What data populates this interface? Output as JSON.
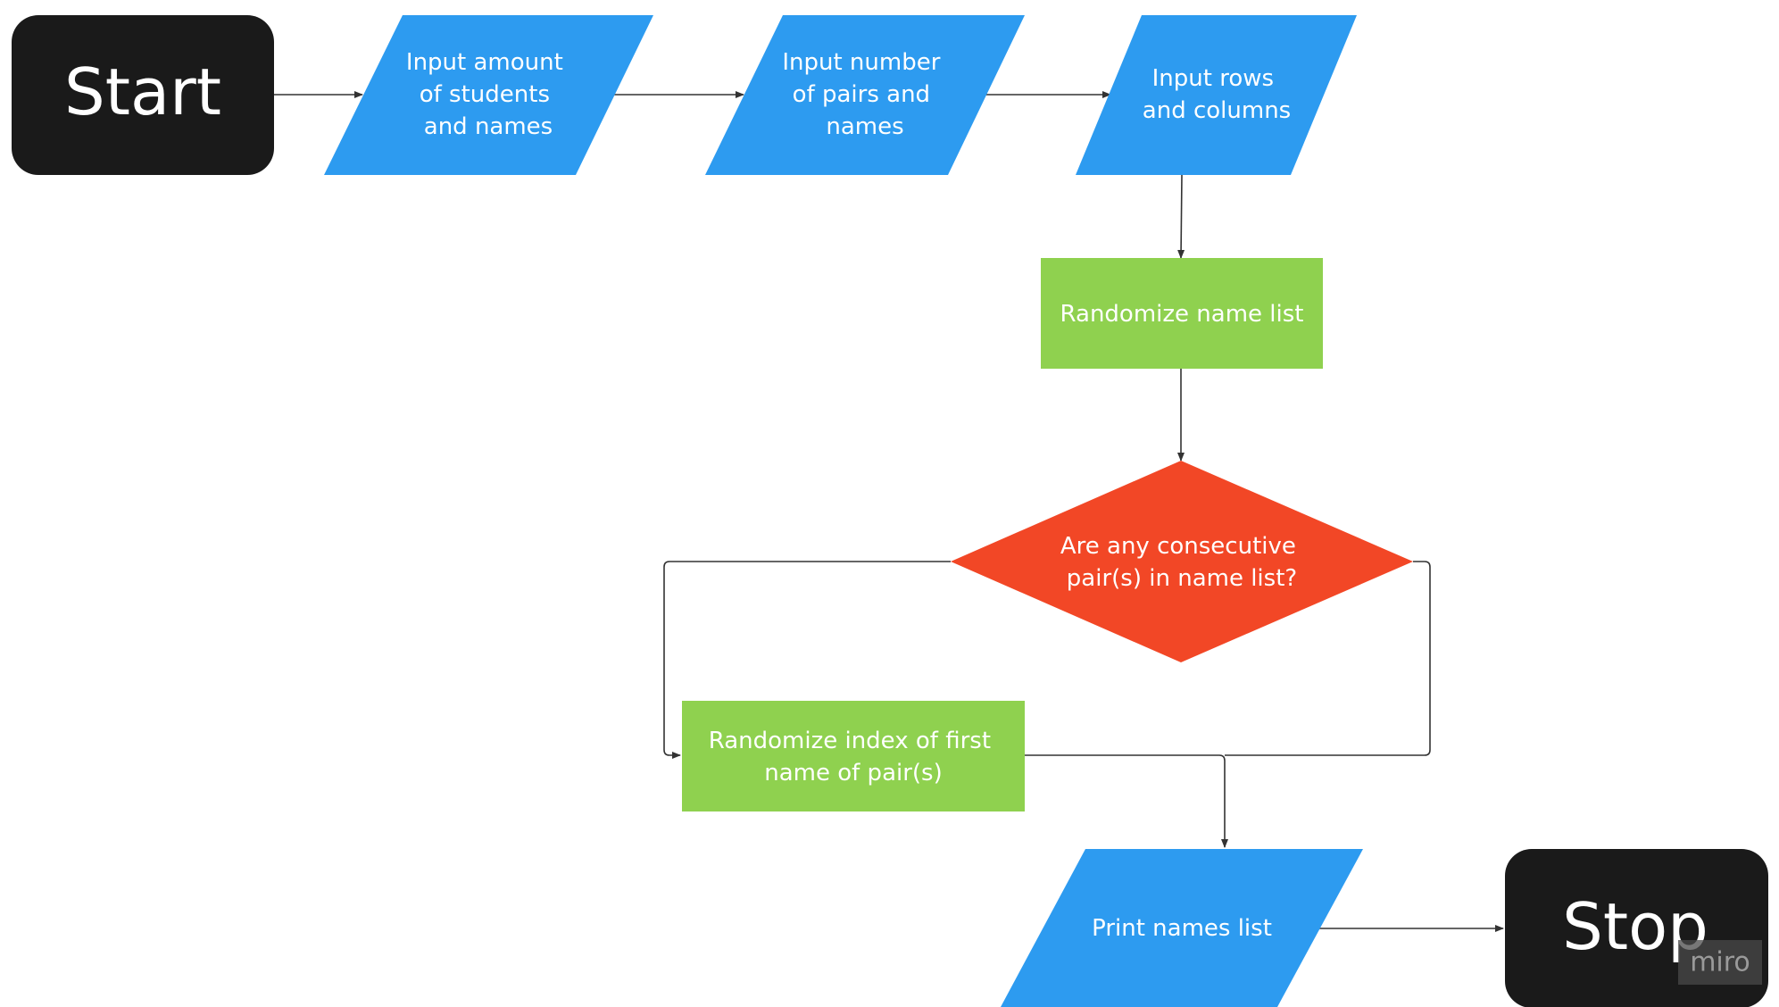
{
  "colors": {
    "terminal": "#1a1a1a",
    "io": "#2d9bf0",
    "process": "#8fd14f",
    "decision": "#f24726",
    "text": "#ffffff",
    "connector": "#333333",
    "watermark_bg": "#4a4a4a",
    "watermark_text": "#9a9a9a"
  },
  "nodes": {
    "start": {
      "lines": [
        "Start"
      ]
    },
    "input_students": {
      "lines": [
        "Input amount",
        "of students",
        "and names"
      ]
    },
    "input_pairs": {
      "lines": [
        "Input number",
        "of pairs and",
        "names"
      ]
    },
    "input_rows": {
      "lines": [
        "Input rows",
        "and columns"
      ]
    },
    "randomize_list": {
      "lines": [
        "Randomize name list"
      ]
    },
    "decision": {
      "lines": [
        "Are any consecutive",
        "pair(s) in name list?"
      ]
    },
    "randomize_index": {
      "lines": [
        "Randomize index of first",
        "name of pair(s)"
      ]
    },
    "print_list": {
      "lines": [
        "Print names list"
      ]
    },
    "stop": {
      "lines": [
        "Stop"
      ]
    }
  },
  "watermark": {
    "text": "miro"
  }
}
